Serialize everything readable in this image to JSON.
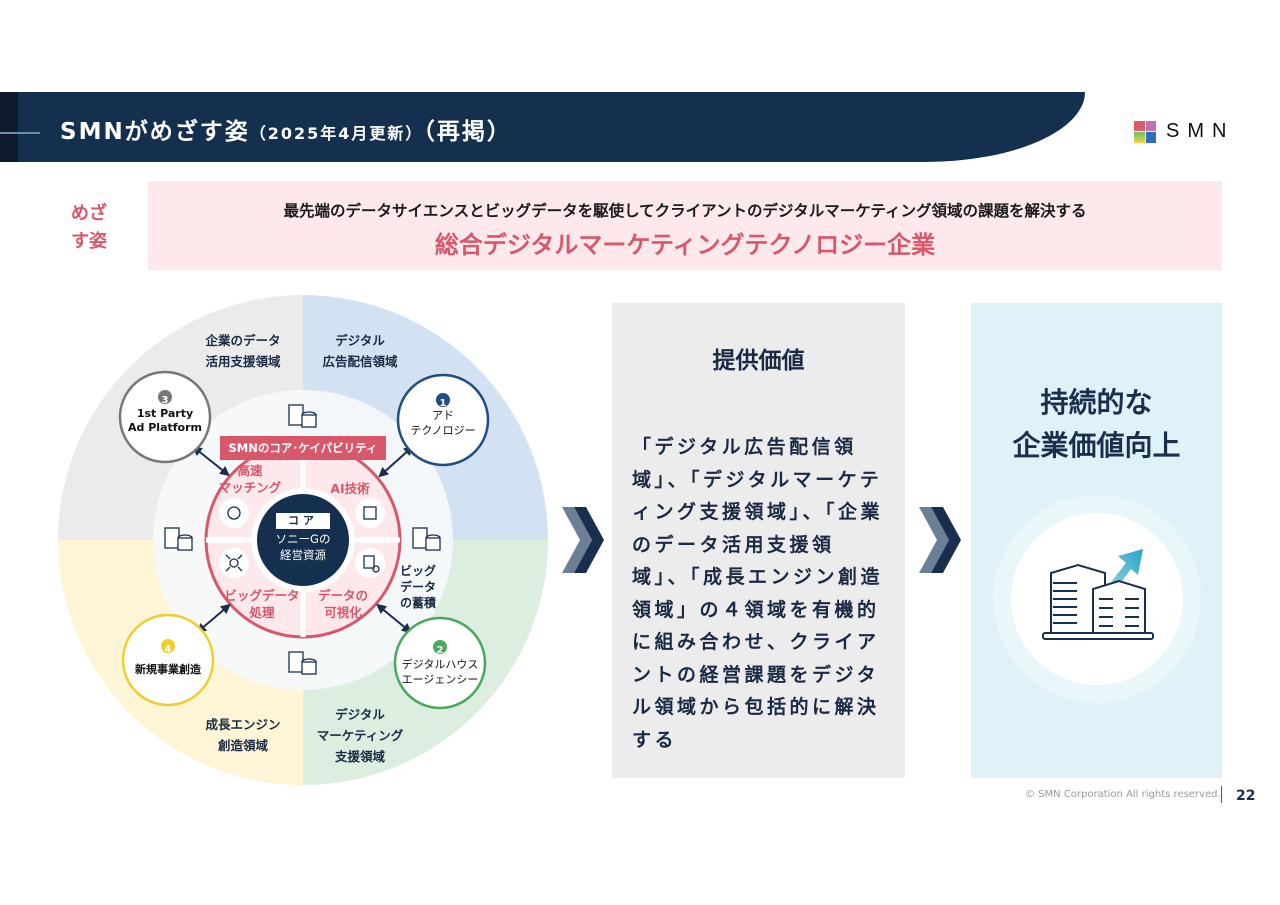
{
  "header": {
    "title": "SMNがめざす姿",
    "title_note": "（2025年4月更新）",
    "title_tag": "（再掲）",
    "logo_text": "SMN"
  },
  "goal": {
    "label": "めざす姿",
    "subtitle": "最先端のデータサイエンスとビッグデータを駆使してクライアントのデジタルマーケティング領域の課題を解決する",
    "main": "総合デジタルマーケティングテクノロジー企業"
  },
  "diagram": {
    "quadrants": {
      "top_left": "企業のデータ\n活用支援領域",
      "top_right": "デジタル\n広告配信領域",
      "bottom_left": "成長エンジン\n創造領域",
      "bottom_right": "デジタル\nマーケティング\n支援領域"
    },
    "satellites": [
      {
        "num": "1",
        "label": "アド\nテクノロジー",
        "color": "#1f4e85"
      },
      {
        "num": "2",
        "label": "デジタルハウス\nエージェンシー",
        "color": "#4aa760"
      },
      {
        "num": "3",
        "label": "1st Party\nAd Platform",
        "color": "#777777"
      },
      {
        "num": "4",
        "label": "新規事業創造",
        "color": "#f0cf2c"
      }
    ],
    "core_banner": "SMNのコア･ケイパビリティ",
    "capabilities": [
      "高速\nマッチング",
      "AI技術",
      "ビッグデータ\n処理",
      "データの\n可視化"
    ],
    "core_tag": "コア",
    "core_text": "ソニーGの\n経営資源",
    "bigdata_label": "ビッグ\nデータ\nの蓄積"
  },
  "value": {
    "title": "提供価値",
    "body": "「デジタル広告配信領域」、「デジタルマーケティング支援領域」、「企業のデータ活用支援領域」、「成長エンジン創造領域」の４領域を有機的に組み合わせ、クライアントの経営課題をデジタル領域から包括的に解決する"
  },
  "outcome": {
    "title": "持続的な\n企業価値向上"
  },
  "footer": {
    "copyright": "© SMN Corporation All rights reserved.",
    "page": "22"
  },
  "colors": {
    "navy": "#152f4e",
    "pink": "#d7586b"
  }
}
